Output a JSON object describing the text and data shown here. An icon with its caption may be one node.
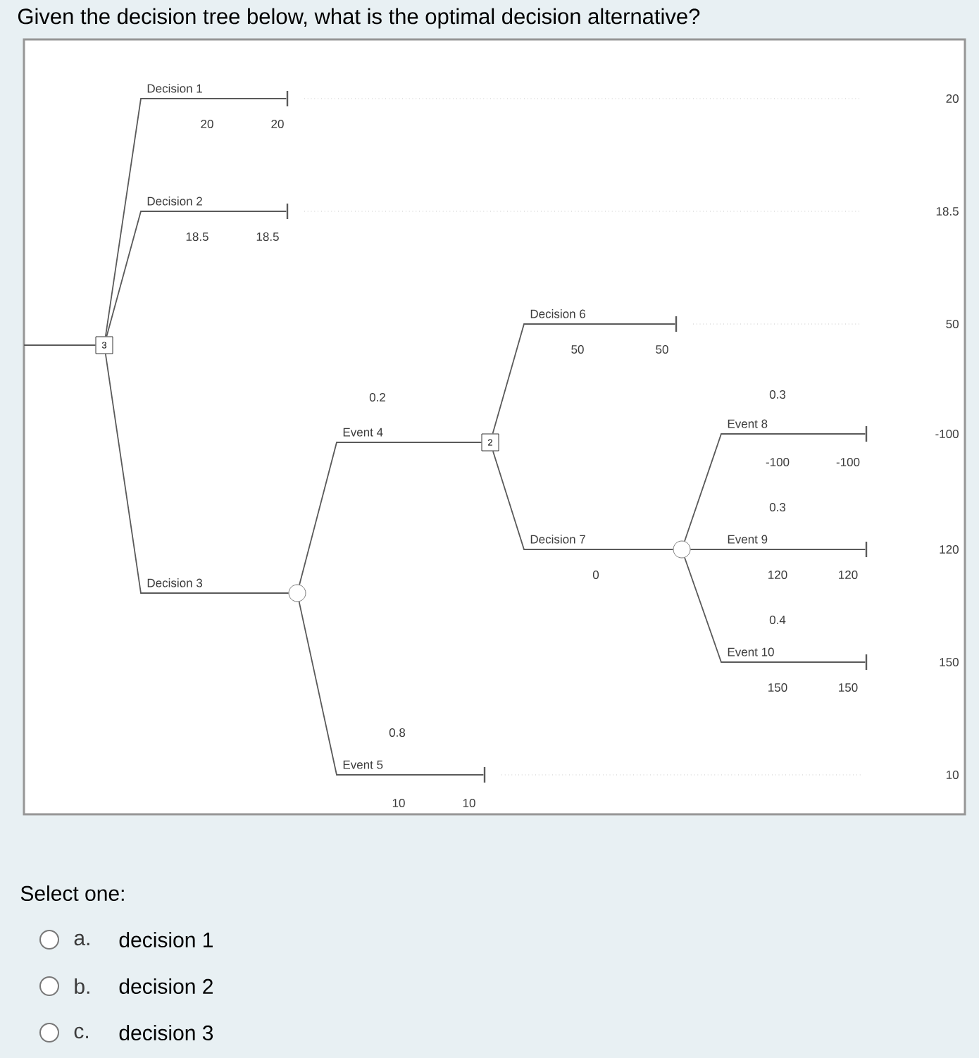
{
  "diagram": {
    "title": "Given the decision tree below, what is the optimal decision alternative?",
    "nodes": [
      {
        "text": [
          "3"
        ]
      },
      {
        "text": [
          "2"
        ]
      },
      {
        "text": [],
        "shape": "circle"
      },
      {
        "text": [],
        "shape": "circle"
      },
      {
        "text": [],
        "shape": "bar"
      },
      {
        "text": [],
        "shape": "bar"
      },
      {
        "text": [],
        "shape": "bar"
      },
      {
        "text": [],
        "shape": "bar"
      },
      {
        "text": [],
        "shape": "bar"
      },
      {
        "text": [],
        "shape": "bar"
      },
      {
        "text": [],
        "shape": "bar"
      }
    ],
    "edges": [
      {
        "from": null,
        "to": 0,
        "arrow": "none"
      },
      {
        "from": 0,
        "to": 4,
        "arrow": "none",
        "label": "Decision 1"
      },
      {
        "from": 0,
        "to": 5,
        "arrow": "none",
        "label": "Decision 2"
      },
      {
        "from": 0,
        "to": 3,
        "arrow": "none",
        "label": "Decision 3"
      },
      {
        "from": 3,
        "to": 1,
        "arrow": "none",
        "label": "Event 4"
      },
      {
        "from": 3,
        "to": 10,
        "arrow": "none",
        "label": "Event 5"
      },
      {
        "from": 1,
        "to": 6,
        "arrow": "none",
        "label": "Decision 6"
      },
      {
        "from": 1,
        "to": 2,
        "arrow": "none",
        "label": "Decision 7"
      },
      {
        "from": 2,
        "to": 7,
        "arrow": "none",
        "label": "Event 8"
      },
      {
        "from": 2,
        "to": 8,
        "arrow": "none",
        "label": "Event 9"
      },
      {
        "from": 2,
        "to": 9,
        "arrow": "none",
        "label": "Event 10"
      }
    ],
    "labels": [
      "20",
      "20",
      "20",
      "18.5",
      "18.5",
      "18.5",
      "50",
      "50",
      "50",
      "0.2",
      "0.3",
      "-100",
      "-100",
      "-100",
      "0.3",
      "120",
      "0",
      "120",
      "120",
      "0.4",
      "150",
      "150",
      "150",
      "0.8",
      "10",
      "10",
      "10",
      "Select one:",
      "a.",
      "decision 1",
      "b.",
      "decision 2",
      "c.",
      "decision 3"
    ]
  }
}
